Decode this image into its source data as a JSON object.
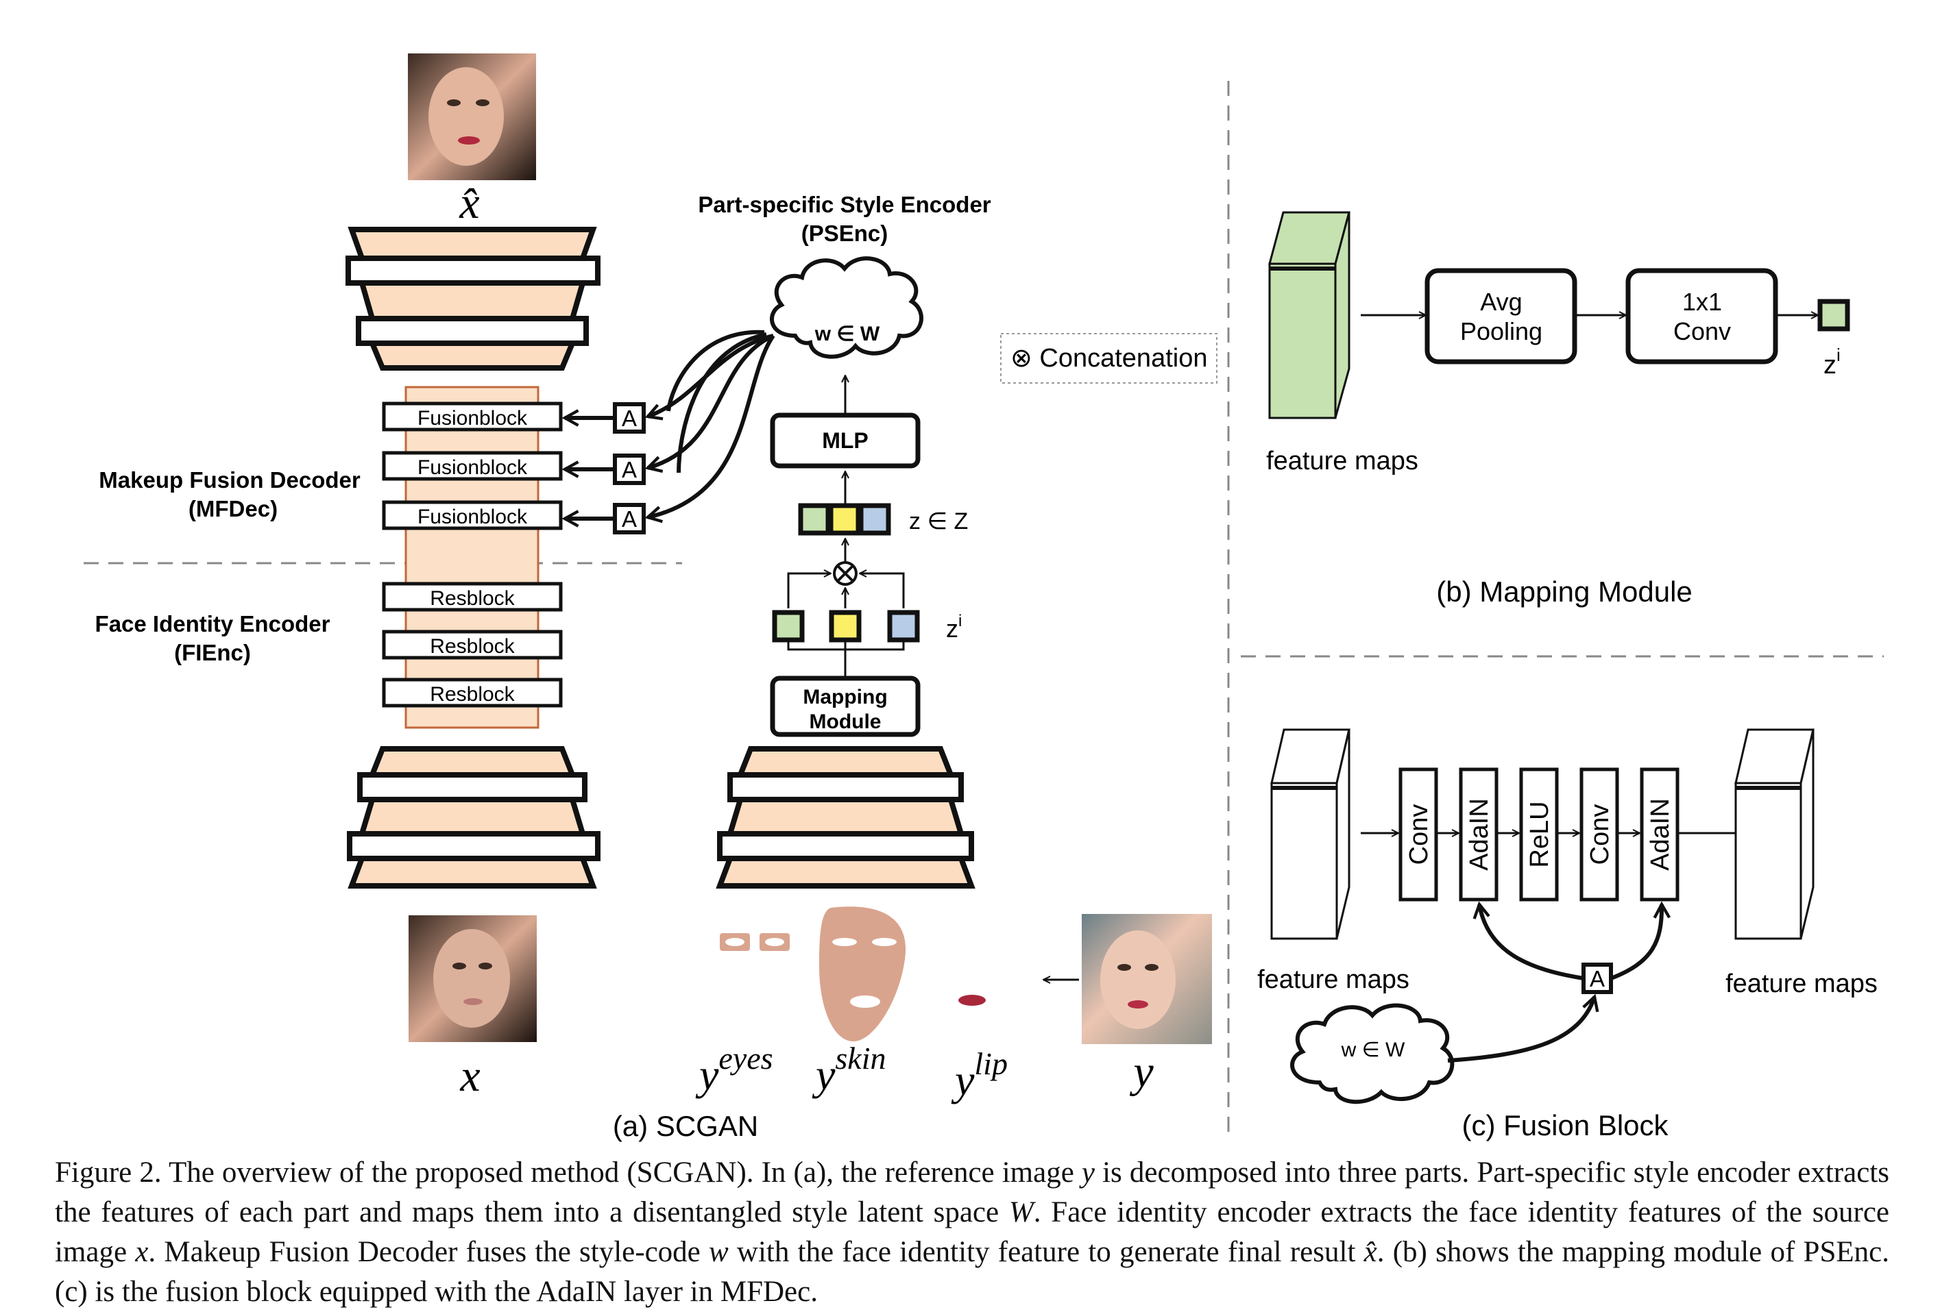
{
  "colors": {
    "encoder_fill": "#FCDDC2",
    "column_fill": "#FCE0C8",
    "column_stroke": "#C0683A",
    "green_block": "#C6E2B0",
    "yellow_block": "#FBEF67",
    "blue_block": "#B7CCE6",
    "dashed_line": "#888888"
  },
  "photos": {
    "output_face": "x̂",
    "source_face": "x",
    "reference_face": "y"
  },
  "panel_a": {
    "title": "(a) SCGAN",
    "label_x_hat": "x̂",
    "label_x": "x",
    "label_y": "y",
    "label_y_eyes_base": "y",
    "label_y_eyes_sup": "eyes",
    "label_y_skin_base": "y",
    "label_y_skin_sup": "skin",
    "label_y_lip_base": "y",
    "label_y_lip_sup": "lip",
    "psenc_title_line1": "Part-specific Style Encoder",
    "psenc_title_line2": "(PSEnc)",
    "mfdec_line1": "Makeup Fusion Decoder",
    "mfdec_line2": "(MFDec)",
    "fienc_line1": "Face Identity Encoder",
    "fienc_line2": "(FIEnc)",
    "fusionblocks": [
      "Fusionblock",
      "Fusionblock",
      "Fusionblock"
    ],
    "resblocks": [
      "Resblock",
      "Resblock",
      "Resblock"
    ],
    "a_label": "A",
    "cloud_label": "w ∈ W",
    "mlp_label": "MLP",
    "z_label": "z ∈ Z",
    "zi_base": "z",
    "zi_sup": "i",
    "mapping_line1": "Mapping",
    "mapping_line2": "Module",
    "concat_legend": "⊗ Concatenation"
  },
  "panel_b": {
    "title": "(b) Mapping Module",
    "feature_maps": "feature maps",
    "avg_line1": "Avg",
    "avg_line2": "Pooling",
    "conv_line1": "1x1",
    "conv_line2": "Conv",
    "zi_base": "z",
    "zi_sup": "i"
  },
  "panel_c": {
    "title": "(c) Fusion Block",
    "feature_maps_left": "feature maps",
    "feature_maps_right": "feature maps",
    "layers": [
      "Conv",
      "AdaIN",
      "ReLU",
      "Conv",
      "AdaIN"
    ],
    "a_label": "A",
    "cloud_label": "w ∈ W"
  },
  "caption": {
    "c1": "Figure 2. The overview of the proposed method (SCGAN). In (a), the reference image ",
    "v1": "y",
    "c2": " is decomposed into three parts. Part-specific style encoder extracts the features of each part and maps them into a disentangled style latent space ",
    "v2": "W",
    "c3": ". Face identity encoder extracts the face identity features of the source image ",
    "v3": "x",
    "c4": ". Makeup Fusion Decoder fuses the style-code ",
    "v4": "w",
    "c5": " with the face identity feature to generate final result ",
    "v5": "x̂",
    "c6": ". (b) shows the mapping module of PSEnc. (c) is the fusion block equipped with the AdaIN layer in MFDec."
  }
}
